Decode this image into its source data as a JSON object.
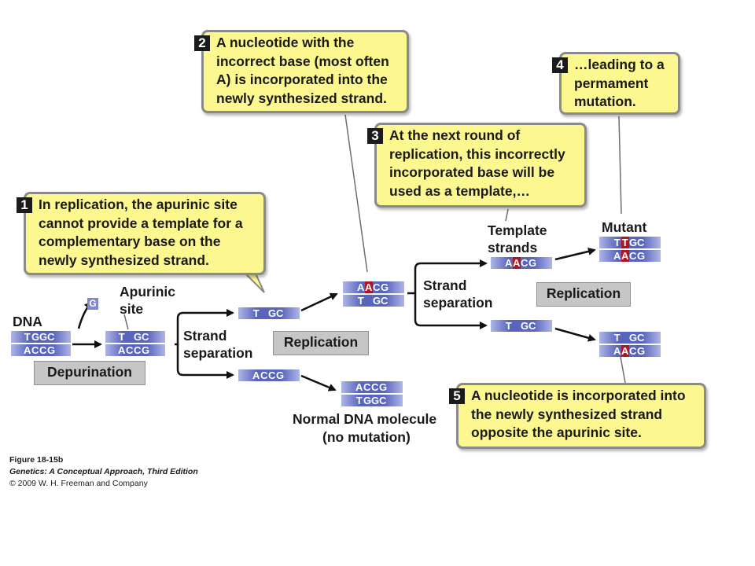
{
  "callouts": [
    {
      "num": "1",
      "text": "In replication, the apurinic site cannot provide a template for a complementary base on the newly synthesized strand."
    },
    {
      "num": "2",
      "text": "A nucleotide with the incorrect base (most often A) is incorporated into the newly synthesized strand."
    },
    {
      "num": "3",
      "text": "At the next round of replication, this incorrectly incorporated base will be used as a template,…"
    },
    {
      "num": "4",
      "text": "…leading to a permament mutation."
    },
    {
      "num": "5",
      "text": "A nucleotide is incorporated into the newly synthesized strand opposite the apurinic site."
    }
  ],
  "labels": {
    "dna": "DNA",
    "apurinic_site": "Apurinic site",
    "strand_separation_1": "Strand separation",
    "strand_separation_2": "Strand separation",
    "template_strands": "Template strands",
    "mutant": "Mutant",
    "normal_dna_line1": "Normal DNA molecule",
    "normal_dna_line2": "(no mutation)"
  },
  "processes": {
    "depurination": "Depurination",
    "replication_1": "Replication",
    "replication_2": "Replication"
  },
  "removed_base": "G",
  "strands": {
    "dna_top": [
      "T",
      "G",
      "G",
      "C"
    ],
    "dna_bottom": [
      "A",
      "C",
      "C",
      "G"
    ],
    "apurinic_top": [
      "T",
      " ",
      "G",
      "C"
    ],
    "apurinic_bottom": [
      "A",
      "C",
      "C",
      "G"
    ],
    "sep_upper": [
      "T",
      " ",
      "G",
      "C"
    ],
    "sep_lower": [
      "A",
      "C",
      "C",
      "G"
    ],
    "rep_upper_top": [
      "A",
      "A",
      "C",
      "G"
    ],
    "rep_upper_bottom": [
      "T",
      " ",
      "G",
      "C"
    ],
    "normal_top": [
      "A",
      "C",
      "C",
      "G"
    ],
    "normal_bottom": [
      "T",
      "G",
      "G",
      "C"
    ],
    "template_a": [
      "A",
      "A",
      "C",
      "G"
    ],
    "template_b": [
      "T",
      " ",
      "G",
      "C"
    ],
    "mutant_top": [
      "T",
      "T",
      "G",
      "C"
    ],
    "mutant_bottom": [
      "A",
      "A",
      "C",
      "G"
    ],
    "second_top": [
      "T",
      " ",
      "G",
      "C"
    ],
    "second_bottom": [
      "A",
      "A",
      "C",
      "G"
    ]
  },
  "highlight_color": "#b01522",
  "strand_color": "#5865bd",
  "callout_color": "#fdf78f",
  "caption": {
    "figure": "Figure 18-15b",
    "book": "Genetics: A Conceptual Approach, Third Edition",
    "copyright": "© 2009 W. H. Freeman and Company"
  }
}
